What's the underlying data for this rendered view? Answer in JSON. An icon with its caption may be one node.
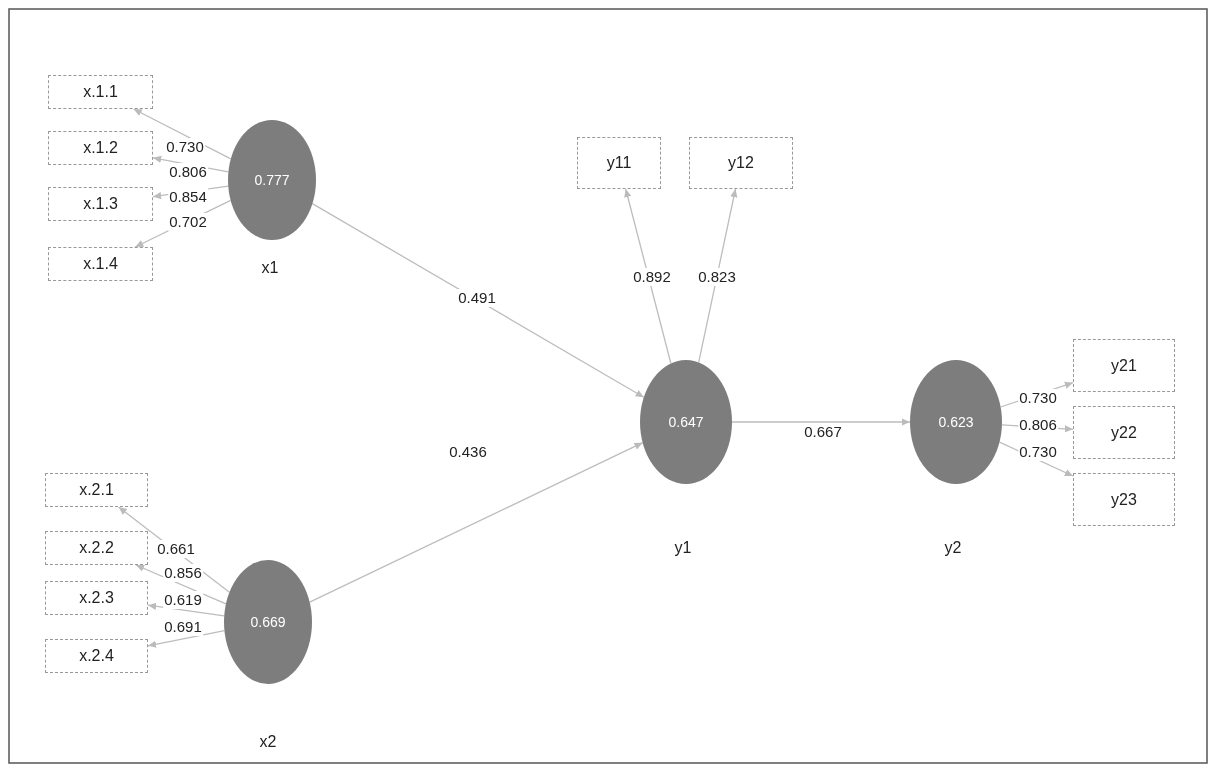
{
  "diagram": {
    "nodes": [
      {
        "text": [
          "x.1.1"
        ]
      },
      {
        "text": [
          "x.1.2"
        ]
      },
      {
        "text": [
          "x.1.3"
        ]
      },
      {
        "text": [
          "x.1.4"
        ]
      },
      {
        "text": [
          "0.777"
        ],
        "beside": [
          "x1"
        ]
      },
      {
        "text": [
          "y11"
        ]
      },
      {
        "text": [
          "y12"
        ]
      },
      {
        "text": [
          "0.647"
        ],
        "beside": [
          "y1"
        ]
      },
      {
        "text": [
          "0.623"
        ],
        "beside": [
          "y2"
        ]
      },
      {
        "text": [
          "y21"
        ]
      },
      {
        "text": [
          "y22"
        ]
      },
      {
        "text": [
          "y23"
        ]
      },
      {
        "text": [
          "x.2.1"
        ]
      },
      {
        "text": [
          "x.2.2"
        ]
      },
      {
        "text": [
          "x.2.3"
        ]
      },
      {
        "text": [
          "x.2.4"
        ]
      },
      {
        "text": [
          "0.669"
        ],
        "beside": [
          "x2"
        ]
      }
    ],
    "edges": [
      {
        "from": 4,
        "to": 0,
        "arrow": "to",
        "label": "0.730"
      },
      {
        "from": 4,
        "to": 1,
        "arrow": "to",
        "label": "0.806"
      },
      {
        "from": 4,
        "to": 2,
        "arrow": "to",
        "label": "0.854"
      },
      {
        "from": 4,
        "to": 3,
        "arrow": "to",
        "label": "0.702"
      },
      {
        "from": 7,
        "to": 5,
        "arrow": "to",
        "label": "0.892"
      },
      {
        "from": 7,
        "to": 6,
        "arrow": "to",
        "label": "0.823"
      },
      {
        "from": 4,
        "to": 7,
        "arrow": "to",
        "label": "0.491"
      },
      {
        "from": 16,
        "to": 7,
        "arrow": "to",
        "label": "0.436"
      },
      {
        "from": 7,
        "to": 8,
        "arrow": "to",
        "label": "0.667"
      },
      {
        "from": 8,
        "to": 9,
        "arrow": "to",
        "label": "0.730"
      },
      {
        "from": 8,
        "to": 10,
        "arrow": "to",
        "label": "0.806"
      },
      {
        "from": 8,
        "to": 11,
        "arrow": "to",
        "label": "0.730"
      },
      {
        "from": 16,
        "to": 12,
        "arrow": "to",
        "label": "0.661"
      },
      {
        "from": 16,
        "to": 13,
        "arrow": "to",
        "label": "0.856"
      },
      {
        "from": 16,
        "to": 14,
        "arrow": "to",
        "label": "0.619"
      },
      {
        "from": 16,
        "to": 15,
        "arrow": "to",
        "label": "0.691"
      }
    ]
  }
}
